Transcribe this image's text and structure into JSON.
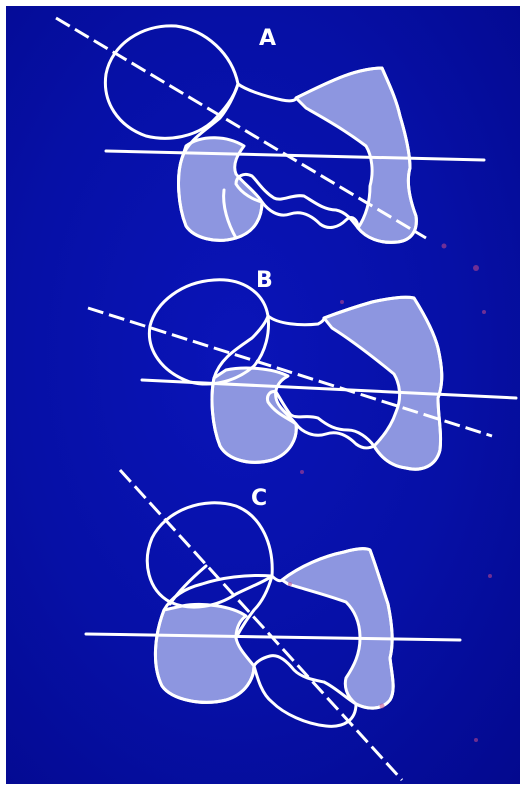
{
  "panels": [
    {
      "label": "A"
    },
    {
      "label": "B"
    },
    {
      "label": "C"
    }
  ],
  "colors": {
    "background": "#0610a6",
    "border": "#ffffff",
    "outline": "#ffffff",
    "shaded_region": "#8d96e0",
    "line": "#ffffff",
    "label": "#ffffff",
    "speck": "#c74a8a"
  }
}
